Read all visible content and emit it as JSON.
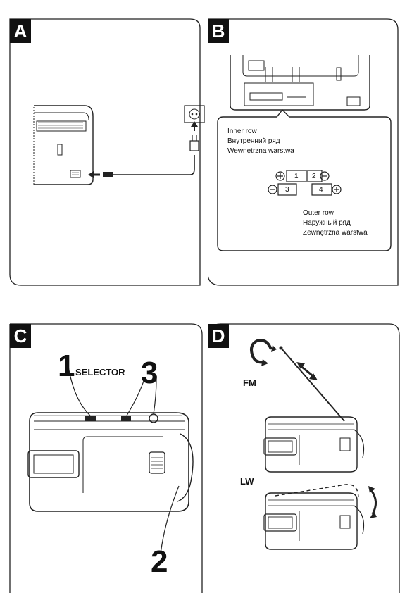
{
  "panels": {
    "a": {
      "badge": "A"
    },
    "b": {
      "badge": "B",
      "inner_row": [
        "Inner row",
        "Внутренний ряд",
        "Wewnętrzna warstwa"
      ],
      "outer_row": [
        "Outer row",
        "Наружный ряд",
        "Zewnętrzna warstwa"
      ],
      "cells": [
        "1",
        "2",
        "3",
        "4"
      ]
    },
    "c": {
      "badge": "C",
      "callout_1": "1",
      "selector": "SELECTOR",
      "callout_3": "3",
      "callout_2": "2"
    },
    "d": {
      "badge": "D",
      "fm": "FM",
      "lw": "LW"
    }
  }
}
